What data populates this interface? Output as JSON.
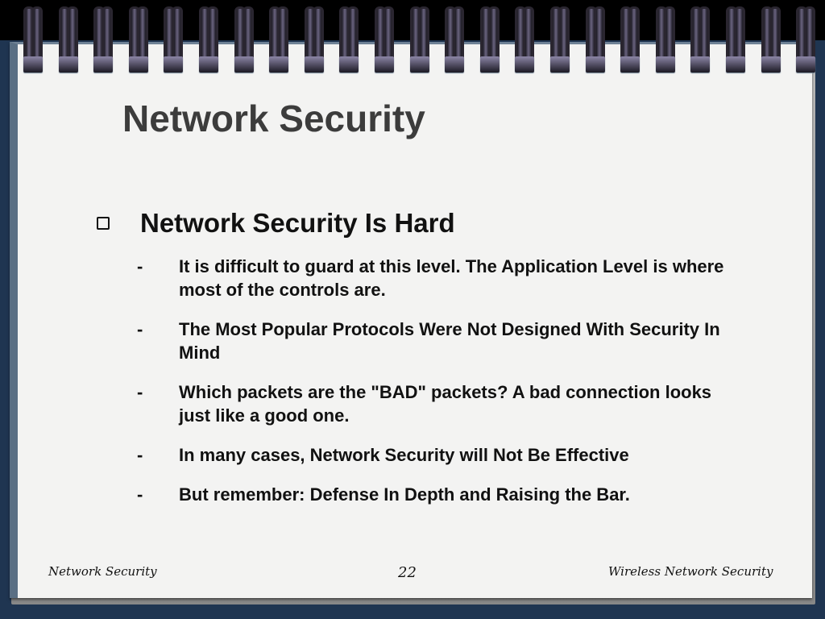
{
  "slide": {
    "title": "Network Security",
    "bullet": "Network Security Is Hard",
    "sub_bullets": [
      "It is difficult to guard at this level.  The Application Level is where most of the controls are.",
      "The Most Popular Protocols Were Not Designed With Security In Mind",
      "Which packets are the \"BAD\" packets?  A bad connection looks just like a good one.",
      "In many cases, Network Security will Not Be Effective",
      "But remember: Defense In Depth and Raising the Bar."
    ],
    "dash": "-"
  },
  "footer": {
    "left": "Network Security",
    "page_number": "22",
    "right": "Wireless Network Security"
  }
}
